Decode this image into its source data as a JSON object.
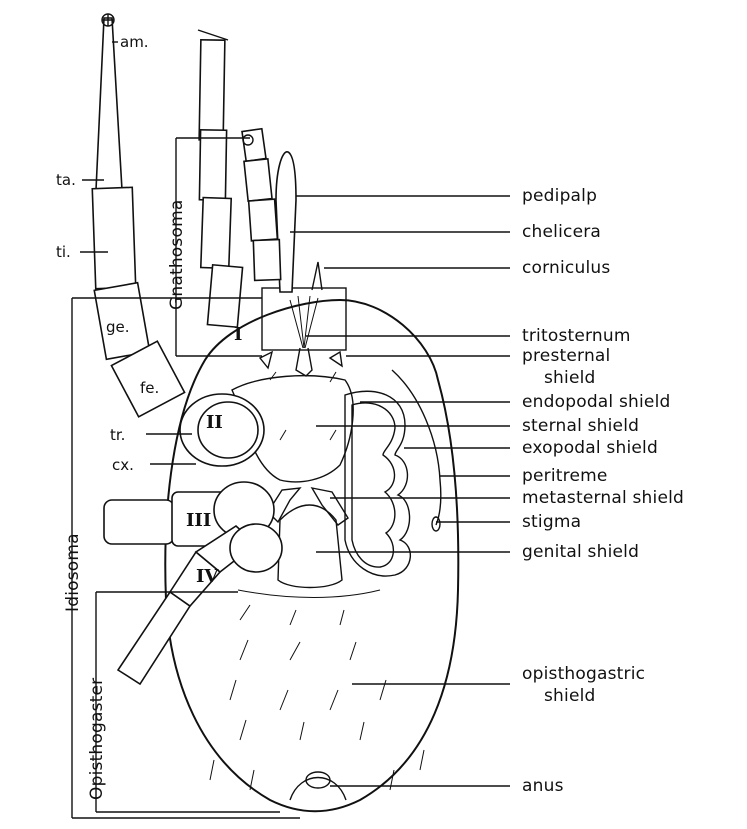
{
  "labels": {
    "pedipalp": "pedipalp",
    "chelicera": "chelicera",
    "corniculus": "corniculus",
    "tritosternum": "tritosternum",
    "presternal_1": "presternal",
    "presternal_2": "shield",
    "endopodal": "endopodal shield",
    "sternal": "sternal shield",
    "exopodal": "exopodal shield",
    "peritreme": "peritreme",
    "metasternal": "metasternal shield",
    "stigma": "stigma",
    "genital": "genital shield",
    "opisthogastric_1": "opisthogastric",
    "opisthogastric_2": "shield",
    "anus": "anus"
  },
  "leg_parts": {
    "am": "am.",
    "ta": "ta.",
    "ti": "ti.",
    "ge": "ge.",
    "fe": "fe.",
    "tr": "tr.",
    "cx": "cx."
  },
  "regions": {
    "gnathosoma": "Gnathosoma",
    "idiosoma": "Idiosoma",
    "opisthogaster": "Opisthogaster"
  },
  "leg_numerals": [
    "I",
    "II",
    "III",
    "IV"
  ]
}
